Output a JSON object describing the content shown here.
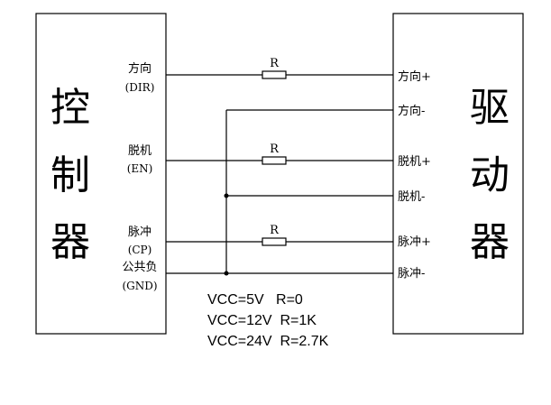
{
  "controller": {
    "title_chars": [
      "控",
      "制",
      "器"
    ],
    "signals": [
      {
        "name": "方向",
        "sub": "(DIR)"
      },
      {
        "name": "脱机",
        "sub": "(EN)"
      },
      {
        "name": "脉冲",
        "sub": "(CP)"
      },
      {
        "name": "公共负",
        "sub": "(GND)"
      }
    ]
  },
  "driver": {
    "title_chars": [
      "驱",
      "动",
      "器"
    ],
    "terminals": [
      "方向+",
      "方向-",
      "脱机+",
      "脱机-",
      "脉冲+",
      "脉冲-"
    ]
  },
  "resistors": [
    {
      "label": "R"
    },
    {
      "label": "R"
    },
    {
      "label": "R"
    }
  ],
  "notes": {
    "line1": "VCC=5V   R=0",
    "line2": "VCC=12V  R=1K",
    "line3": "VCC=24V  R=2.7K"
  }
}
